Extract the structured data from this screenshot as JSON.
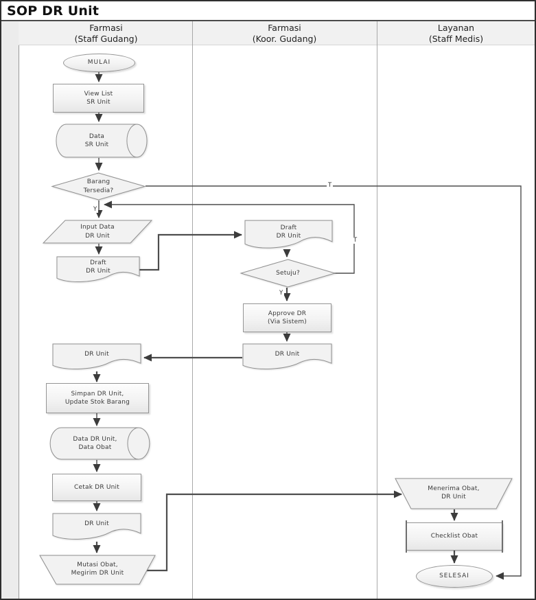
{
  "title": "SOP DR Unit",
  "lanes": [
    {
      "line1": "Farmasi",
      "line2": "(Staff Gudang)"
    },
    {
      "line1": "Farmasi",
      "line2": "(Koor. Gudang)"
    },
    {
      "line1": "Layanan",
      "line2": "(Staff Medis)"
    }
  ],
  "nodes": {
    "mulai": {
      "type": "terminator",
      "label": "MULAI"
    },
    "view_list": {
      "type": "process",
      "label": "View List\nSR Unit"
    },
    "data_sr": {
      "type": "database",
      "label": "Data\nSR Unit"
    },
    "barang_tersedia": {
      "type": "decision",
      "label": "Barang\nTersedia?"
    },
    "input_data": {
      "type": "input",
      "label": "Input Data\nDR Unit"
    },
    "draft_staff": {
      "type": "document",
      "label": "Draft\nDR Unit"
    },
    "draft_koor": {
      "type": "document",
      "label": "Draft\nDR Unit"
    },
    "setuju": {
      "type": "decision",
      "label": "Setuju?"
    },
    "approve": {
      "type": "process",
      "label": "Approve DR\n(Via Sistem)"
    },
    "dr_unit_koor": {
      "type": "document",
      "label": "DR Unit"
    },
    "dr_unit_staff": {
      "type": "document",
      "label": "DR Unit"
    },
    "simpan": {
      "type": "process",
      "label": "Simpan DR Unit,\nUpdate Stok Barang"
    },
    "data_dr": {
      "type": "database",
      "label": "Data DR Unit,\nData Obat"
    },
    "cetak": {
      "type": "process",
      "label": "Cetak DR Unit"
    },
    "dr_unit_print": {
      "type": "document",
      "label": "DR Unit"
    },
    "mutasi": {
      "type": "manual",
      "label": "Mutasi Obat,\nMegirim DR Unit"
    },
    "menerima": {
      "type": "manual",
      "label": "Menerima Obat,\nDR Unit"
    },
    "checklist": {
      "type": "subprocess",
      "label": "Checklist Obat"
    },
    "selesai": {
      "type": "terminator",
      "label": "SELESAI"
    }
  },
  "branch_labels": {
    "barang_no": "T",
    "barang_yes": "Y",
    "setuju_no": "T",
    "setuju_yes": "Y"
  },
  "colors": {
    "node_border": "#949494",
    "node_fill": "#f2f2f2",
    "connector": "#4d4d4d",
    "lane_band": "#f1f1f1",
    "outer_border": "#2f2f2f"
  }
}
